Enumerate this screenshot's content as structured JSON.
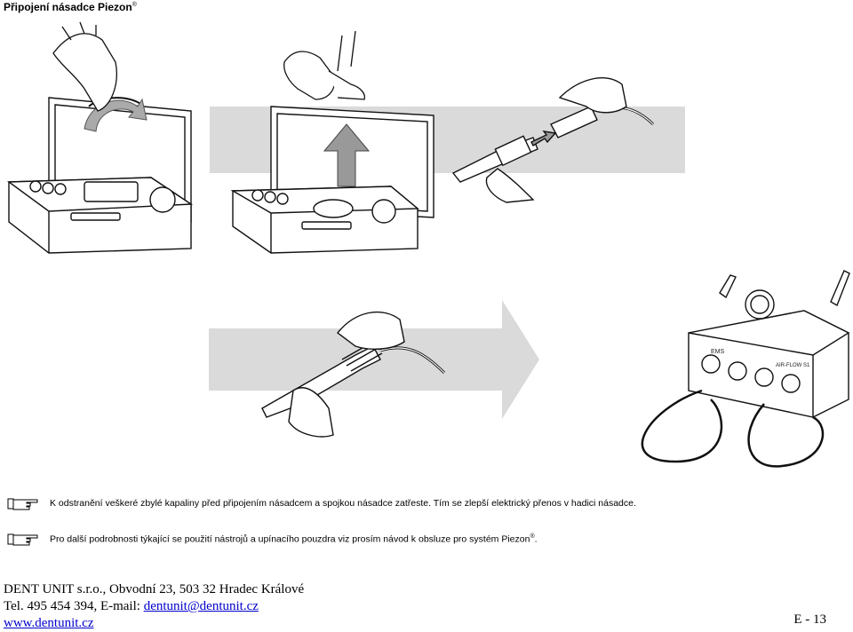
{
  "header": {
    "title": "Připojení násadce Piezon",
    "title_sup": "®"
  },
  "notes": [
    {
      "icon": "pointing-hand-icon",
      "text": "K odstranění veškeré zbylé kapaliny před připojením násadcem a spojkou násadce zatřeste. Tím se zlepší elektrický přenos v hadici násadce."
    },
    {
      "icon": "pointing-hand-icon",
      "text": "Pro další podrobnosti týkající se použití nástrojů a upínacího pouzdra viz prosím návod k obsluze pro systém Piezon",
      "sup": "®",
      "tail": "."
    }
  ],
  "device_labels": {
    "brand": "EMS",
    "model": "AIR-FLOW S1"
  },
  "footer": {
    "line1": "DENT UNIT s.r.o., Obvodní 23, 503 32 Hradec Králové",
    "line2_prefix": "Tel. 495 454 394, E-mail: ",
    "email": "dentunit@dentunit.cz",
    "website": "www.dentunit.cz",
    "page_number": "E - 13"
  },
  "colors": {
    "arrow_gray": "#d4d4d4",
    "arrow_dark": "#999999",
    "link": "#0000cc"
  }
}
